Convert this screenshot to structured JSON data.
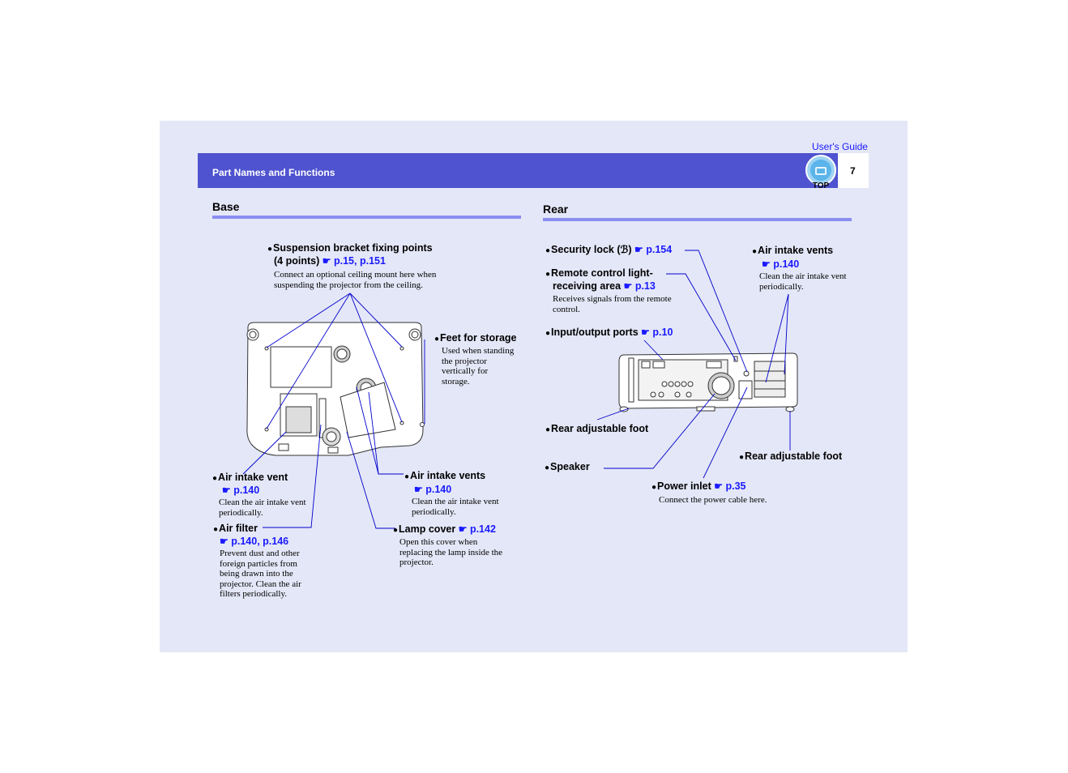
{
  "header": {
    "title": "Part Names and Functions",
    "users_guide": "User's Guide",
    "page_number": "7",
    "top_label": "TOP"
  },
  "base": {
    "title": "Base",
    "suspension": {
      "line1": "Suspension bracket fixing points",
      "line2": "(4 points)",
      "ref1": "p.15,",
      "ref2": "p.151",
      "desc1": "Connect an optional ceiling mount here when",
      "desc2": "suspending the projector from the ceiling."
    },
    "feet": {
      "label": "Feet for storage",
      "desc1": "Used when standing",
      "desc2": "the projector",
      "desc3": "vertically for",
      "desc4": "storage."
    },
    "air_vent": {
      "label": "Air intake vent",
      "ref": "p.140",
      "desc1": "Clean the air intake vent",
      "desc2": "periodically."
    },
    "air_filter": {
      "label": "Air filter",
      "ref": "p.140, p.146",
      "desc1": "Prevent dust and other",
      "desc2": "foreign particles from",
      "desc3": "being drawn into the",
      "desc4": "projector. Clean the air",
      "desc5": "filters periodically."
    },
    "air_vents": {
      "label": "Air intake vents",
      "ref": "p.140",
      "desc1": "Clean the air intake vent",
      "desc2": "periodically."
    },
    "lamp_cover": {
      "label": "Lamp cover",
      "ref": "p.142",
      "desc1": "Open this cover when",
      "desc2": "replacing the lamp inside the",
      "desc3": "projector."
    }
  },
  "rear": {
    "title": "Rear",
    "security": {
      "label": "Security lock (",
      "glyph": "ℬ",
      "label_end": ")",
      "ref": "p.154"
    },
    "remote": {
      "line1": "Remote control light-",
      "line2": "receiving area",
      "ref": "p.13",
      "desc1": "Receives signals from the remote",
      "desc2": "control."
    },
    "io": {
      "label": "Input/output ports",
      "ref": "p.10"
    },
    "air_vents": {
      "label": "Air intake vents",
      "ref": "p.140",
      "desc1": "Clean the air intake vent",
      "desc2": "periodically."
    },
    "rear_foot_left": {
      "label": "Rear adjustable foot"
    },
    "speaker": {
      "label": "Speaker"
    },
    "rear_foot_right": {
      "label": "Rear adjustable foot"
    },
    "power": {
      "label": "Power inlet",
      "ref": "p.35",
      "desc": "Connect the power cable here."
    }
  },
  "icons": {
    "reference": "pointing-hand-icon",
    "bullet": "bullet-dot"
  },
  "colors": {
    "header": "#4f53cf",
    "page": "#e4e7f7",
    "rule": "#8a8ef0",
    "link": "#1a1aff",
    "leader": "#0000cc"
  }
}
